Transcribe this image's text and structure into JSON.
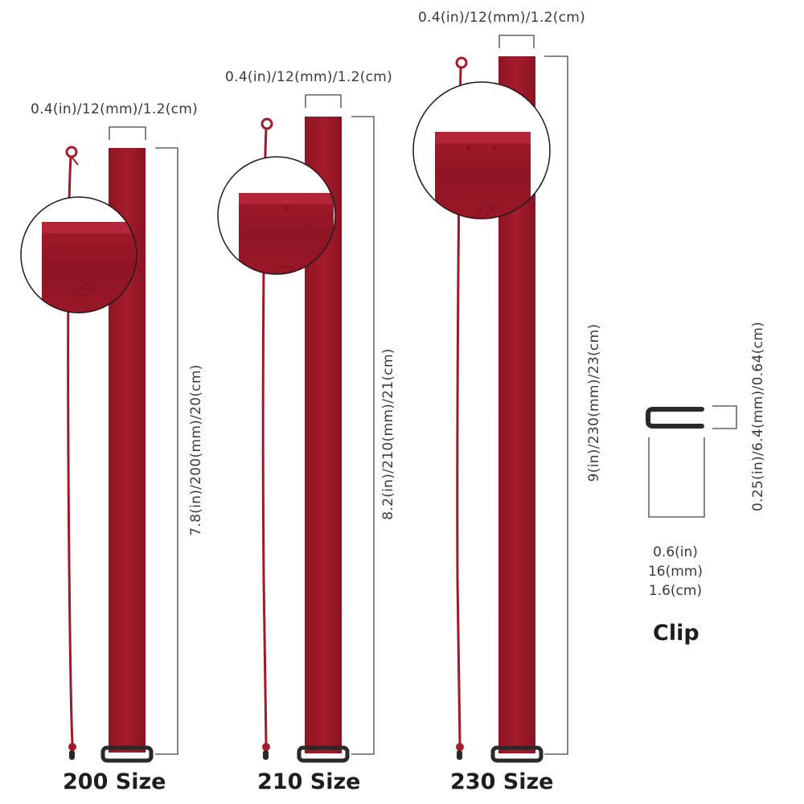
{
  "colors": {
    "strap": "#a51c2c",
    "strap_dark": "#7d1220",
    "strap_light": "#b8283a",
    "clip": "#2a2a2a",
    "line": "#555555"
  },
  "straps": [
    {
      "size_label": "200 Size",
      "width_label": "0.4(in)/12(mm)/1.2(cm)",
      "length_label": "7.8(in)/200(mm)/20(cm)"
    },
    {
      "size_label": "210 Size",
      "width_label": "0.4(in)/12(mm)/1.2(cm)",
      "length_label": "8.2(in)/210(mm)/21(cm)"
    },
    {
      "size_label": "230 Size",
      "width_label": "0.4(in)/12(mm)/1.2(cm)",
      "length_label": "9(in)/230(mm)/23(cm)"
    }
  ],
  "clip": {
    "title": "Clip",
    "height_label": "0.25(in)/6.4(mm)/0.64(cm)",
    "width_line1": "0.6(in)",
    "width_line2": "16(mm)",
    "width_line3": "1.6(cm)"
  }
}
